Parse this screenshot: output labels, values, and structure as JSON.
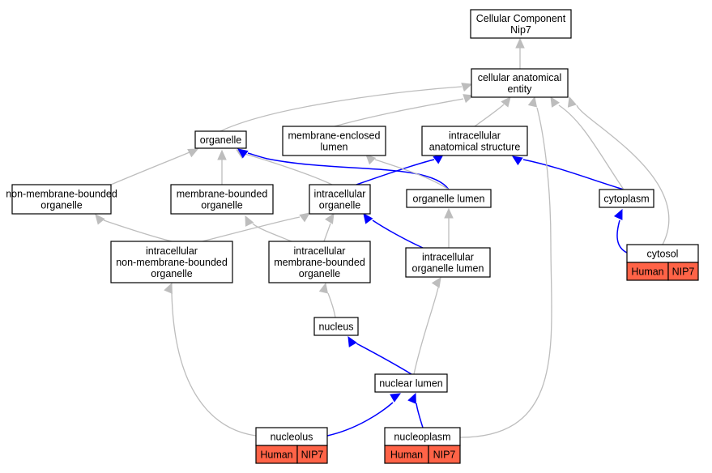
{
  "nodes": {
    "root": {
      "lines": [
        "Cellular Component",
        "Nip7"
      ]
    },
    "cae": {
      "lines": [
        "cellular anatomical",
        "entity"
      ]
    },
    "organelle": {
      "lines": [
        "organelle"
      ]
    },
    "mel": {
      "lines": [
        "membrane-enclosed",
        "lumen"
      ]
    },
    "ias": {
      "lines": [
        "intracellular",
        "anatomical structure"
      ]
    },
    "nmbo": {
      "lines": [
        "non-membrane-bounded",
        "organelle"
      ]
    },
    "mbo": {
      "lines": [
        "membrane-bounded",
        "organelle"
      ]
    },
    "io": {
      "lines": [
        "intracellular",
        "organelle"
      ]
    },
    "ol": {
      "lines": [
        "organelle lumen"
      ]
    },
    "cyto": {
      "lines": [
        "cytoplasm"
      ]
    },
    "inmbo": {
      "lines": [
        "intracellular",
        "non-membrane-bounded",
        "organelle"
      ]
    },
    "imbo": {
      "lines": [
        "intracellular",
        "membrane-bounded",
        "organelle"
      ]
    },
    "iol": {
      "lines": [
        "intracellular",
        "organelle lumen"
      ]
    },
    "cytosol": {
      "lines": [
        "cytosol"
      ],
      "tags": [
        "Human",
        "NIP7"
      ]
    },
    "nucleus": {
      "lines": [
        "nucleus"
      ]
    },
    "nl": {
      "lines": [
        "nuclear lumen"
      ]
    },
    "nucleolus": {
      "lines": [
        "nucleolus"
      ],
      "tags": [
        "Human",
        "NIP7"
      ]
    },
    "nucleoplasm": {
      "lines": [
        "nucleoplasm"
      ],
      "tags": [
        "Human",
        "NIP7"
      ]
    }
  },
  "edges": [
    {
      "from": "cae",
      "to": "root",
      "kind": "is_a"
    },
    {
      "from": "organelle",
      "to": "cae",
      "kind": "is_a"
    },
    {
      "from": "mel",
      "to": "cae",
      "kind": "is_a"
    },
    {
      "from": "ias",
      "to": "cae",
      "kind": "is_a"
    },
    {
      "from": "nmbo",
      "to": "organelle",
      "kind": "is_a"
    },
    {
      "from": "mbo",
      "to": "organelle",
      "kind": "is_a"
    },
    {
      "from": "io",
      "to": "organelle",
      "kind": "is_a"
    },
    {
      "from": "io",
      "to": "ias",
      "kind": "part_of"
    },
    {
      "from": "ol",
      "to": "organelle",
      "kind": "part_of"
    },
    {
      "from": "ol",
      "to": "mel",
      "kind": "is_a"
    },
    {
      "from": "cyto",
      "to": "ias",
      "kind": "part_of"
    },
    {
      "from": "cyto",
      "to": "cae",
      "kind": "is_a"
    },
    {
      "from": "inmbo",
      "to": "nmbo",
      "kind": "is_a"
    },
    {
      "from": "inmbo",
      "to": "io",
      "kind": "is_a"
    },
    {
      "from": "imbo",
      "to": "mbo",
      "kind": "is_a"
    },
    {
      "from": "imbo",
      "to": "io",
      "kind": "is_a"
    },
    {
      "from": "iol",
      "to": "ol",
      "kind": "is_a"
    },
    {
      "from": "iol",
      "to": "io",
      "kind": "part_of"
    },
    {
      "from": "cytosol",
      "to": "cyto",
      "kind": "part_of"
    },
    {
      "from": "cytosol",
      "to": "cae",
      "kind": "is_a"
    },
    {
      "from": "nucleus",
      "to": "imbo",
      "kind": "is_a"
    },
    {
      "from": "nl",
      "to": "nucleus",
      "kind": "part_of"
    },
    {
      "from": "nl",
      "to": "iol",
      "kind": "is_a"
    },
    {
      "from": "nucleolus",
      "to": "nl",
      "kind": "part_of"
    },
    {
      "from": "nucleolus",
      "to": "inmbo",
      "kind": "is_a"
    },
    {
      "from": "nucleoplasm",
      "to": "nl",
      "kind": "part_of"
    },
    {
      "from": "nucleoplasm",
      "to": "cae",
      "kind": "is_a"
    }
  ],
  "colors": {
    "is_a_edge": "#bdbdbd",
    "part_of_edge": "#0000ff",
    "annotation_tag": "#ff6347"
  }
}
